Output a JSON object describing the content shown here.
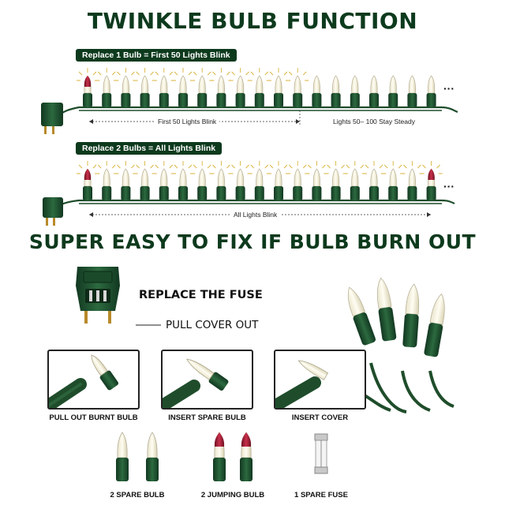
{
  "titles": {
    "main": "TWINKLE BULB FUNCTION",
    "fix": "SUPER EASY TO FIX IF BULB BURN OUT"
  },
  "row1": {
    "banner": "Replace 1 Bulb = First 50 Lights Blink",
    "label_left": "First 50 Lights Blink",
    "label_right": "Lights 50– 100 Stay Steady",
    "more": "···"
  },
  "row2": {
    "banner": "Replace 2 Bulbs = All Lights Blink",
    "label_all": "All Lights Blink",
    "more": "···"
  },
  "fuse": {
    "replace": "REPLACE THE FUSE",
    "pull": "PULL COVER OUT"
  },
  "steps": [
    {
      "caption": "PULL OUT BURNT BULB"
    },
    {
      "caption": "INSERT SPARE BULB"
    },
    {
      "caption": "INSERT COVER"
    }
  ],
  "accessories": [
    {
      "caption": "2 SPARE BULB"
    },
    {
      "caption": "2 JUMPING BULB"
    },
    {
      "caption": "1 SPARE FUSE"
    }
  ],
  "colors": {
    "wire": "#1f4d2b",
    "socket": "#1c4a2a",
    "brand": "#0d3a1d",
    "blink_bulb": "#8e1b2e",
    "bulb_glow": "#fdf1b8"
  }
}
